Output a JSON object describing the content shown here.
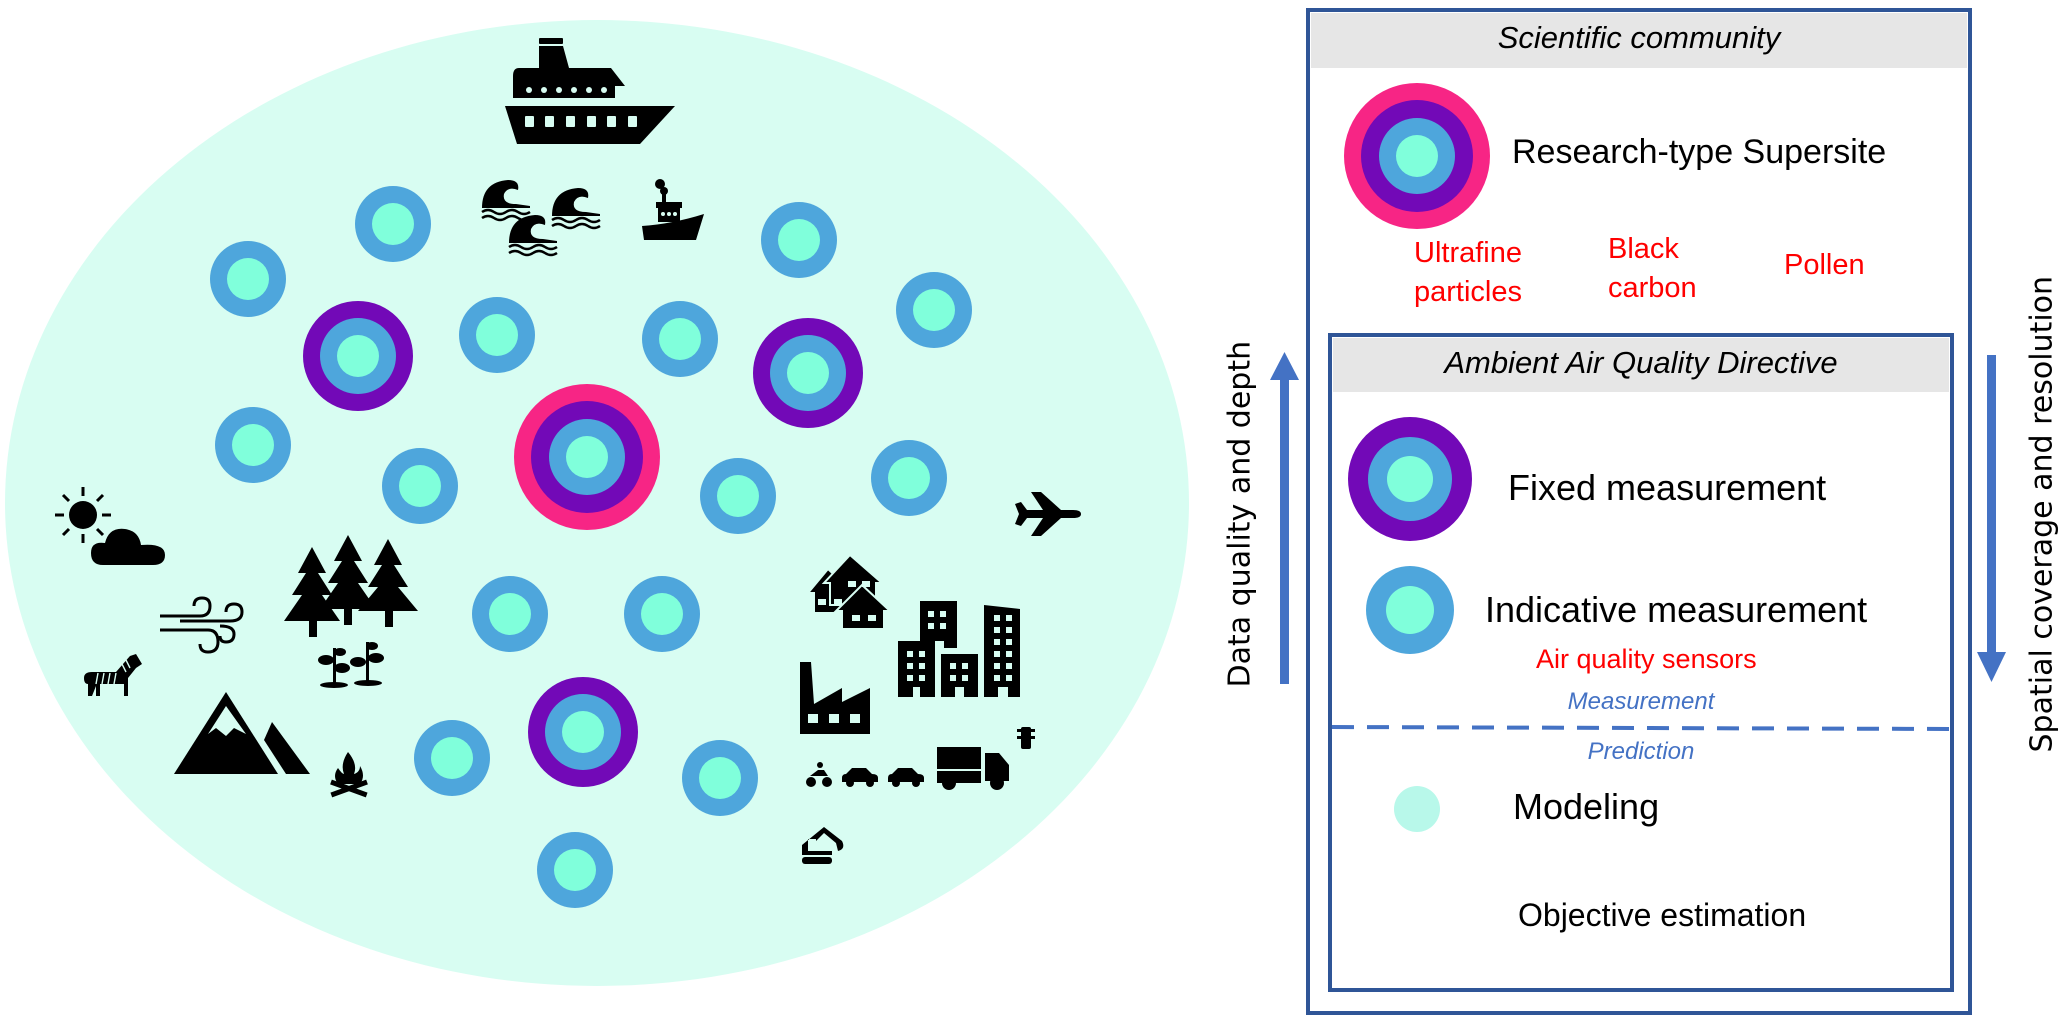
{
  "colors": {
    "ellipse_bg": "#d8fdf2",
    "supersite_ring": "#f72585",
    "fixed_ring": "#7209b7",
    "indicative_ring": "#4ea6dc",
    "core": "#80ffdb",
    "modeling": "#b8f8ea",
    "box_border": "#2f5597",
    "header_bg": "#e6e6e6",
    "arrow": "#4472c4",
    "red_text": "#ff0000"
  },
  "network": {
    "stations": [
      {
        "type": "supersite",
        "label": "Research-type Supersite"
      },
      {
        "type": "fixed",
        "label": "Fixed measurement"
      },
      {
        "type": "fixed",
        "label": "Fixed measurement"
      },
      {
        "type": "fixed",
        "label": "Fixed measurement"
      },
      {
        "type": "indicative",
        "label": "Indicative measurement",
        "count": 15
      }
    ],
    "sources_icons": [
      "cruise-ship-icon",
      "waves-icon",
      "tugboat-icon",
      "sun-cloud-icon",
      "wind-icon",
      "zebra-icon",
      "forest-icon",
      "plants-icon",
      "mountain-icon",
      "campfire-icon",
      "airplane-icon",
      "houses-icon",
      "city-buildings-icon",
      "factory-icon",
      "motorcycle-icon",
      "car-icon",
      "car-icon",
      "truck-icon",
      "traffic-light-icon",
      "excavator-icon"
    ]
  },
  "legend": {
    "scientific_header": "Scientific community",
    "supersite_label": "Research-type Supersite",
    "extra_params": [
      {
        "line1": "Ultrafine",
        "line2": "particles"
      },
      {
        "line1": "Black",
        "line2": "carbon"
      },
      {
        "line1": "Pollen",
        "line2": ""
      }
    ],
    "directive_header": "Ambient Air Quality Directive",
    "fixed_label": "Fixed measurement",
    "indicative_label": "Indicative measurement",
    "sensors_label": "Air quality sensors",
    "measurement_label": "Measurement",
    "prediction_label": "Prediction",
    "modeling_label": "Modeling",
    "objective_label": "Objective estimation"
  },
  "axes": {
    "left_arrow_label": "Data quality and depth",
    "left_arrow_direction": "up",
    "right_arrow_label": "Spatial coverage and resolution",
    "right_arrow_direction": "down"
  }
}
